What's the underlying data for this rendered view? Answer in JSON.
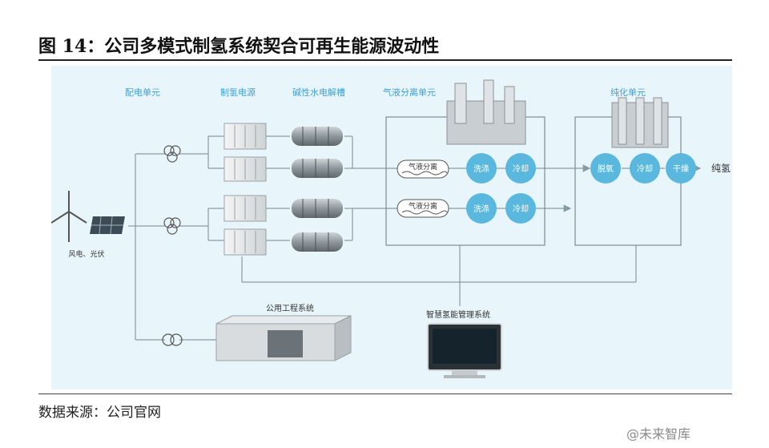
{
  "title": "图 14：公司多模式制氢系统契合可再生能源波动性",
  "source": "数据来源：公司官网",
  "watermark": "@未来智库",
  "diagram": {
    "headers": {
      "power_distribution": "配电单元",
      "h2_power_supply": "制氢电源",
      "electrolyzer": "碱性水电解槽",
      "separation": "气液分离单元",
      "purification": "纯化单元"
    },
    "renewables_label": "风电、光伏",
    "separator_label": "气液分离",
    "wash": "洗涤",
    "cool": "冷却",
    "deoxy": "脱氧",
    "dry": "干燥",
    "output": "纯氢",
    "utility_system": "公用工程系统",
    "management_system": "智慧氢能管理系统"
  },
  "colors": {
    "panel_bg": "#e8f6fb",
    "node_fill": "#5ab8de",
    "header_text": "#3f9fd2",
    "line": "#8a9aa3"
  }
}
